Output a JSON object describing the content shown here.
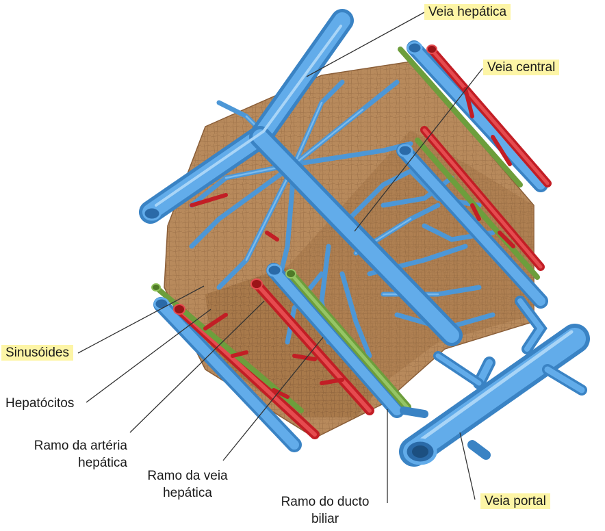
{
  "labels": {
    "veia_hepatica": "Veia hepática",
    "veia_central": "Veia central",
    "sinusoides": "Sinusóides",
    "hepatocitos": "Hepatócitos",
    "ramo_arteria_l1": "Ramo da artéria",
    "ramo_arteria_l2": "hepática",
    "ramo_veia_l1": "Ramo da veia",
    "ramo_veia_l2": "hepática",
    "ramo_ducto_l1": "Ramo do ducto",
    "ramo_ducto_l2": "biliar",
    "veia_portal": "Veia portal"
  },
  "colors": {
    "highlight": "#fdf5a6",
    "vein_blue": "#5aa6e0",
    "artery_red": "#d0262c",
    "bile_green": "#7fb04a",
    "hepatocyte_brown": "#b5875a",
    "leader_line": "#333333"
  }
}
